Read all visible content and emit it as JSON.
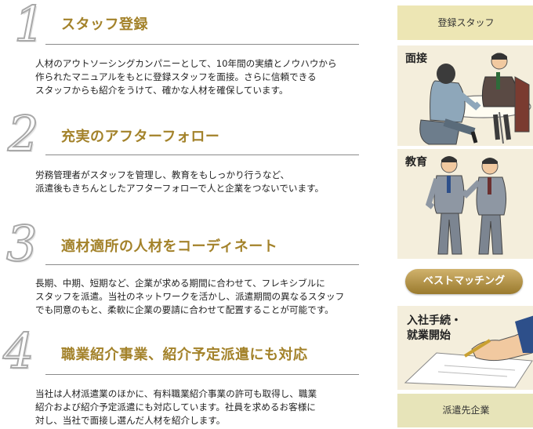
{
  "steps": [
    {
      "number": "1",
      "title": "スタッフ登録",
      "lines": [
        "人材のアウトソーシングカンパニーとして、10年間の実績とノウハウから",
        "作られたマニュアルをもとに登録スタッフを面接。さらに信頼できる",
        "スタッフからも紹介をうけて、確かな人材を確保しています。"
      ]
    },
    {
      "number": "2",
      "title": "充実のアフターフォロー",
      "lines": [
        "労務管理者がスタッフを管理し、教育をもしっかり行うなど、",
        "派遣後もきちんとしたアフターフォローで人と企業をつないでいます。"
      ]
    },
    {
      "number": "3",
      "title": "適材適所の人材をコーディネート",
      "lines": [
        "長期、中期、短期など、企業が求める期間に合わせて、フレキシブルに",
        "スタッフを派遣。当社のネットワークを活かし、派遣期間の異なるスタッフ",
        "でも同意のもと、柔軟に企業の要請に合わせて配置することが可能です。"
      ]
    },
    {
      "number": "4",
      "title": "職業紹介事業、紹介予定派遣にも対応",
      "lines": [
        "当社は人材派遣業のほかに、有料職業紹介事業の許可も取得し、職業",
        "紹介および紹介予定派遣にも対応しています。社員を求めるお客様に",
        "対し、当社で面接し選んだ人材を紹介します。"
      ]
    }
  ],
  "sidebar": {
    "top_label": "登録スタッフ",
    "interview_label": "面接",
    "training_label": "教育",
    "matching_label": "ベストマッチング",
    "start_label_1": "入社手続・",
    "start_label_2": "就業開始",
    "bottom_label": "派遣先企業"
  },
  "colors": {
    "title": "#a3822a",
    "box": "#ede6b4",
    "panel": "#f4eedc",
    "badge": "#b0913f"
  }
}
